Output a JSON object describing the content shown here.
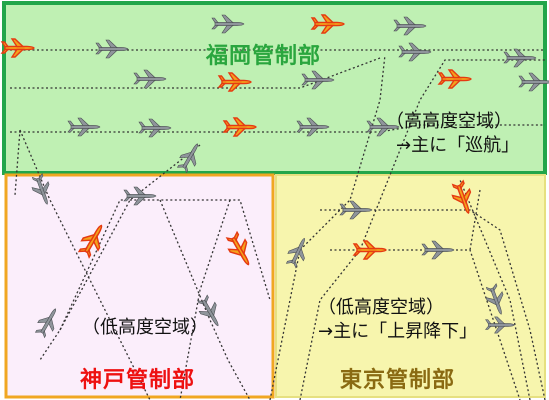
{
  "regions": {
    "fukuoka": {
      "name": "福岡管制部",
      "note_line1": "（高高度空域）",
      "note_line2": "→主に「巡航」",
      "fill": "#bff0b3",
      "border": "#22a64a",
      "title_color": "#2aa63e"
    },
    "kobe": {
      "name": "神戸管制部",
      "note_line1": "（低高度空域）",
      "fill": "#fbeefb",
      "border": "#f0a722",
      "title_color": "#ee1111"
    },
    "tokyo": {
      "name": "東京管制部",
      "note_line1": "（低高度空域）",
      "note_line2": "→主に「上昇降下」",
      "fill": "#f7f5ad",
      "border": "#e6e080",
      "title_color": "#8a6a12"
    }
  },
  "aircraft_legend": {
    "highlighted_color": "#f4a21c",
    "highlighted_outline": "#e53a12",
    "normal_color": "#8f959b"
  },
  "icons": [
    "airplane-icon",
    "airplane-highlighted-icon"
  ]
}
